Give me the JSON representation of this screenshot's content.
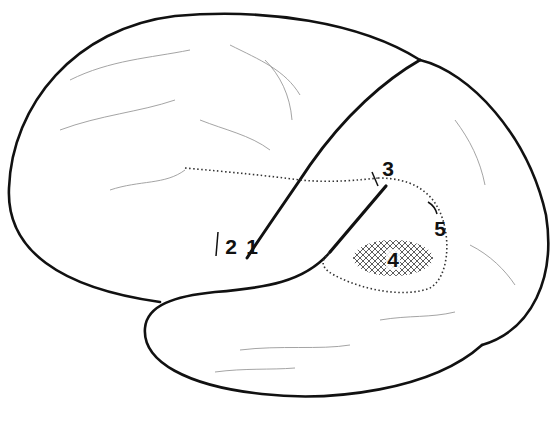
{
  "diagram": {
    "labels": [
      "3",
      "2",
      "1",
      "4",
      "5"
    ]
  }
}
